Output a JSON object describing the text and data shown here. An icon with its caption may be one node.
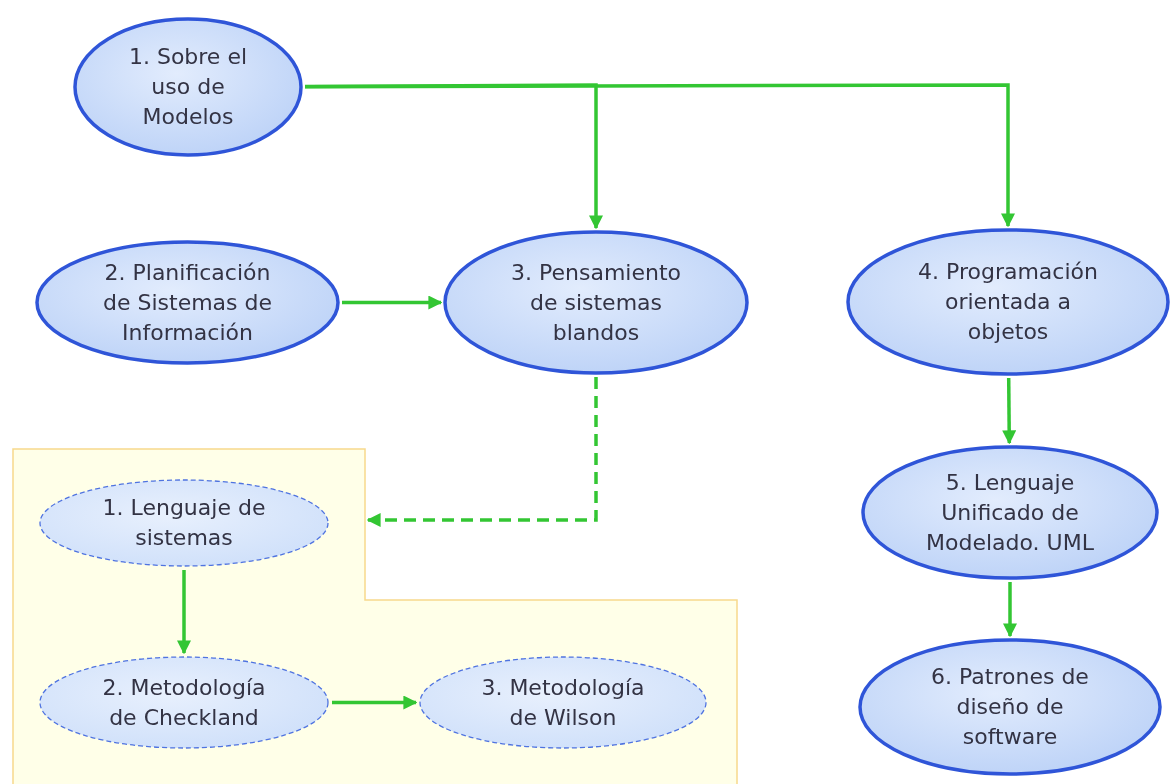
{
  "diagram": {
    "nodes": [
      {
        "text": [
          "1. Sobre el uso de Modelos"
        ]
      },
      {
        "text": [
          "2. Planificación de Sistemas de Información"
        ]
      },
      {
        "text": [
          "3. Pensamiento de sistemas blandos"
        ]
      },
      {
        "text": [
          "4. Programación orientada a objetos"
        ]
      },
      {
        "text": [
          "5. Lenguaje Unificado de Modelado. UML"
        ]
      },
      {
        "text": [
          "6. Patrones de diseño de software"
        ]
      },
      {
        "text": [],
        "shape": "box"
      },
      {
        "text": [
          "1. Lenguaje de sistemas"
        ],
        "in": 6
      },
      {
        "text": [
          "2. Metodología de Checkland"
        ],
        "in": 6
      },
      {
        "text": [
          "3. Metodología de Wilson"
        ],
        "in": 6
      }
    ],
    "edges": [
      {
        "from": 0,
        "to": 2,
        "arrow": "to"
      },
      {
        "from": 0,
        "to": 3,
        "arrow": "to"
      },
      {
        "from": 1,
        "to": 2,
        "arrow": "to"
      },
      {
        "from": 2,
        "to": 6,
        "arrow": "to",
        "style": "dashed"
      },
      {
        "from": 3,
        "to": 4,
        "arrow": "to"
      },
      {
        "from": 4,
        "to": 5,
        "arrow": "to"
      },
      {
        "from": 7,
        "to": 8,
        "arrow": "to"
      },
      {
        "from": 8,
        "to": 9,
        "arrow": "to"
      }
    ]
  }
}
